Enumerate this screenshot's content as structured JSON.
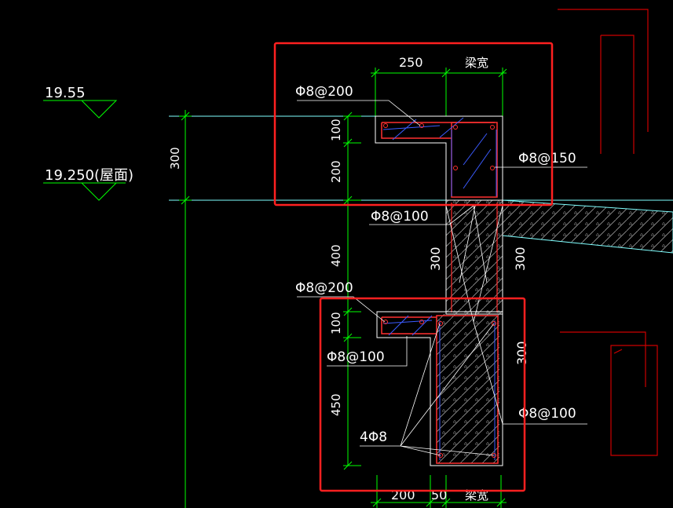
{
  "colors": {
    "background": "#000000",
    "dimension": "#00ff00",
    "text": "#ffffff",
    "outline": "#ffffff",
    "level_line": "#80ffff",
    "rebar_red": "#ff3030",
    "rebar_blue": "#3b5bff",
    "highlight_box": "#ff2020",
    "dark_red": "#cc0000",
    "hatch": "#c0c0c0"
  },
  "icons": {
    "level_marker": "elevation-triangle-icon",
    "highlight": "red-highlight-box"
  },
  "elevations": {
    "upper": "19.55",
    "lower": "19.250(屋面)"
  },
  "dimensions": {
    "overall_height": "300",
    "top_width": "250",
    "top_beam_width": "梁宽",
    "upper_flange_thickness": "100",
    "upper_web_height": "200",
    "middle_height": "400",
    "middle_beam_left": "300",
    "middle_beam_right": "300",
    "lower_flange_thickness": "100",
    "lower_web_height": "450",
    "lower_right": "300",
    "bottom_width_1": "200",
    "bottom_width_2": "50",
    "bottom_beam_width": "梁宽"
  },
  "rebar_labels": {
    "upper_distribution": "Φ8@200",
    "upper_stirrup": "Φ8@150",
    "middle_stirrup": "Φ8@100",
    "lower_distribution": "Φ8@200",
    "lower_flange_stirrup": "Φ8@100",
    "lower_stirrup": "Φ8@100",
    "lower_corner_bars": "4Φ8"
  }
}
